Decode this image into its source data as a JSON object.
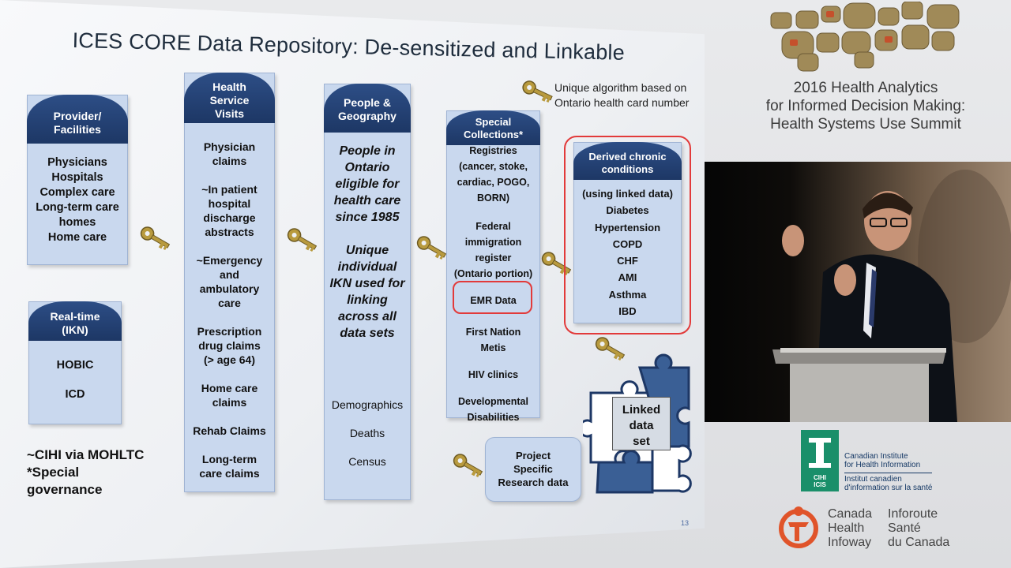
{
  "slide": {
    "title": "ICES CORE Data Repository:  De-sensitized and Linkable",
    "algorithm_note": [
      "Unique algorithm based on",
      "Ontario health card number"
    ],
    "slide_number": "13",
    "columns": [
      {
        "id": "provider",
        "header": [
          "Provider/",
          "Facilities"
        ],
        "items": [
          "Physicians",
          "Hospitals",
          "Complex care",
          "Long-term care",
          "homes",
          "Home care"
        ]
      },
      {
        "id": "realtime",
        "header": [
          "Real-time",
          "(IKN)"
        ],
        "items": [
          "HOBIC",
          "ICD"
        ]
      },
      {
        "id": "health-service",
        "header": [
          "Health",
          "Service",
          "Visits"
        ],
        "items": [
          "Physician",
          "claims",
          "~In patient",
          "hospital",
          "discharge",
          "abstracts",
          "~Emergency",
          "and",
          "ambulatory",
          "care",
          "Prescription",
          "drug claims",
          "(> age  64)",
          "Home care",
          "claims",
          "Rehab Claims",
          "Long-term",
          "care claims"
        ]
      },
      {
        "id": "people",
        "header": [
          "People &",
          "Geography"
        ],
        "italic_items": [
          "People in",
          "Ontario",
          "eligible for",
          "health care",
          "since 1985",
          "Unique",
          "individual",
          "IKN used for",
          "linking",
          "across all",
          "data sets"
        ],
        "items": [
          "Demographics",
          "Deaths",
          "Census"
        ]
      },
      {
        "id": "special",
        "header": [
          "Special",
          "Collections*"
        ],
        "items": [
          "Registries",
          "(cancer, stoke,",
          "cardiac, POGO,",
          "BORN)",
          "Federal",
          "immigration",
          "register",
          "(Ontario portion)",
          "EMR Data",
          "First Nation",
          "Metis",
          "HIV clinics",
          "Developmental",
          "Disabilities"
        ]
      },
      {
        "id": "derived",
        "header": [
          "Derived chronic",
          "conditions"
        ],
        "items": [
          "(using linked data)",
          "Diabetes",
          "Hypertension",
          "COPD",
          "CHF",
          "AMI",
          "Asthma",
          "IBD"
        ]
      }
    ],
    "footnotes": [
      "~CIHI via MOHLTC",
      "*Special",
      "governance"
    ],
    "project_box": [
      "Project",
      "Specific",
      "Research data"
    ],
    "puzzle_label": [
      "Linked",
      "data",
      "set"
    ]
  },
  "summit": {
    "title_lines": [
      "2016 Health Analytics",
      "for Informed Decision Making:",
      "Health Systems Use Summit"
    ]
  },
  "logos": {
    "cihi_lines": [
      "Canadian Institute",
      "for Health Information",
      "Institut canadien",
      "d'information sur la santé"
    ],
    "cihi_mark": [
      "CIHI",
      "ICIS"
    ],
    "infoway_en": [
      "Canada",
      "Health",
      "Infoway"
    ],
    "infoway_fr": [
      "Inforoute",
      "Santé",
      "du Canada"
    ]
  },
  "colors": {
    "column_fill": "#c9d8ee",
    "header_fill": "#1f3a6b",
    "highlight_red": "#e23a3a",
    "cihi_green": "#1a8f6a",
    "infoway_orange": "#e0542a"
  }
}
